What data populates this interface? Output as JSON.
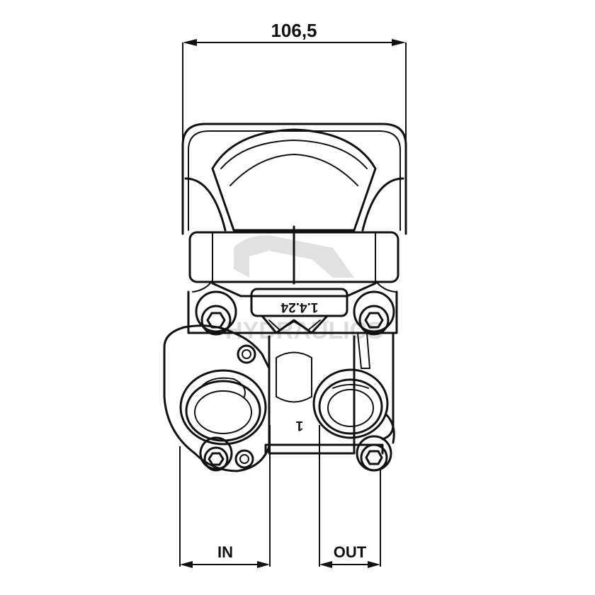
{
  "dimensions": {
    "overall_width": "106,5"
  },
  "ports": {
    "inlet_label": "IN",
    "outlet_label": "OUT"
  },
  "markings": {
    "body_code": "1.4.24",
    "port_mark": "1"
  },
  "watermark": {
    "text": "HYDRAULICS"
  },
  "colors": {
    "line": "#111111",
    "background": "#ffffff",
    "watermark": "#c8c8c8"
  }
}
